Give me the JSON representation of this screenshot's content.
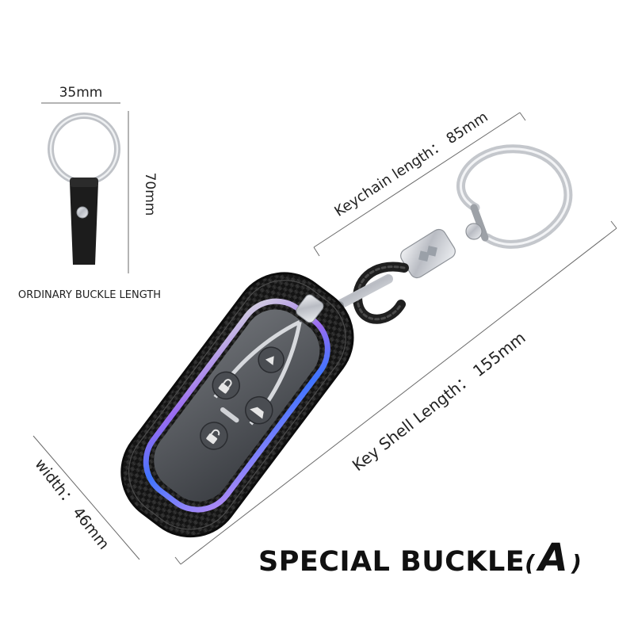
{
  "ordinary_buckle": {
    "width_label": "35mm",
    "height_label": "70mm",
    "caption": "ORDINARY BUCKLE LENGTH"
  },
  "special_buckle": {
    "keychain_length_label": "Keychain length： 85mm",
    "key_shell_length_label": "Key Shell Length： 155mm",
    "width_label": "width： 46mm",
    "title_text": "SPECIAL BUCKLE",
    "title_paren_open": "(",
    "title_variant": "A",
    "title_paren_close": ")"
  },
  "colors": {
    "carbon_dark": "#141414",
    "chrome": "#c9ccd2",
    "accent_purple": "#9a6cf0",
    "accent_blue": "#3f74ff",
    "button_gray": "#4a4d52"
  }
}
